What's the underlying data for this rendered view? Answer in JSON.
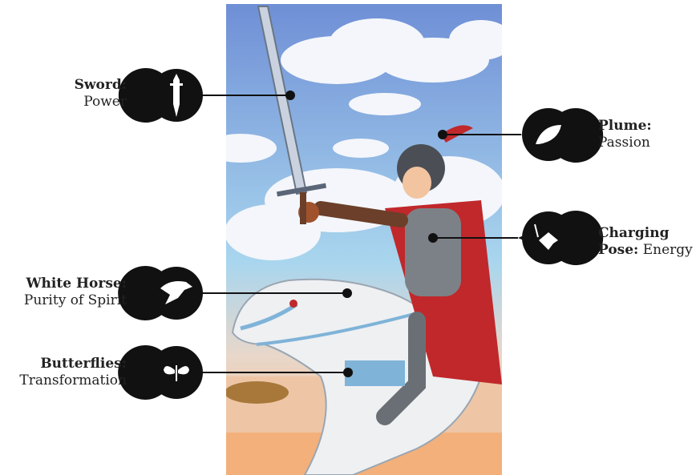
{
  "callouts": [
    {
      "key": "sword",
      "title": "Sword:",
      "desc": "Power",
      "icon": "sword-icon"
    },
    {
      "key": "plume",
      "title": "Plume:",
      "desc": "Passion",
      "icon": "feather-icon"
    },
    {
      "key": "pose",
      "title": "Charging",
      "title2": "Pose:",
      "desc": "Energy",
      "icon": "charging-knight-icon"
    },
    {
      "key": "horse",
      "title": "White Horse:",
      "desc": "Purity of Spirit",
      "icon": "horse-icon"
    },
    {
      "key": "butterflies",
      "title": "Butterflies:",
      "desc": "Transformation",
      "icon": "butterfly-icon"
    }
  ],
  "colors": {
    "marker": "#111111",
    "sky_top": "#6f8fd6",
    "sky_bottom": "#a9d6ee",
    "desert": "#f0b27a",
    "horse": "#eef0f2",
    "cape": "#c0282b",
    "armor": "#7c8187"
  }
}
